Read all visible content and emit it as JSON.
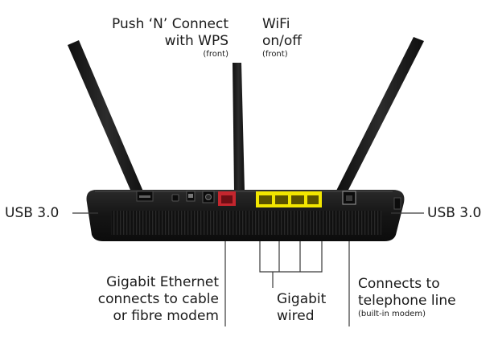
{
  "labels": {
    "wps": {
      "line1": "Push ‘N’ Connect",
      "line2": "with WPS",
      "sub": "(front)"
    },
    "wifi": {
      "line1": "WiFi",
      "line2": "on/off",
      "sub": "(front)"
    },
    "usb_left": "USB 3.0",
    "usb_right": "USB 3.0",
    "ethernet_wan": {
      "line1": "Gigabit Ethernet",
      "line2": "connects to cable",
      "line3": "or fibre modem"
    },
    "lan": {
      "line1": "Gigabit",
      "line2": "wired"
    },
    "dsl": {
      "line1": "Connects to",
      "line2": "telephone line",
      "sub": "(built-in modem)"
    }
  },
  "colors": {
    "router_body": "#141414",
    "antenna": "#1b1b1b",
    "wan_port": "#c4262e",
    "lan_ports": "#f2e600",
    "leader_lines": "#3a3a3a",
    "text": "#1a1a1a"
  },
  "icons": {
    "router": "router-illustration",
    "antenna": "antenna-icon",
    "usb_port": "usb-port-icon",
    "wan_port": "ethernet-port-icon",
    "lan_ports": "ethernet-port-icon",
    "dsl_port": "telephone-port-icon"
  }
}
